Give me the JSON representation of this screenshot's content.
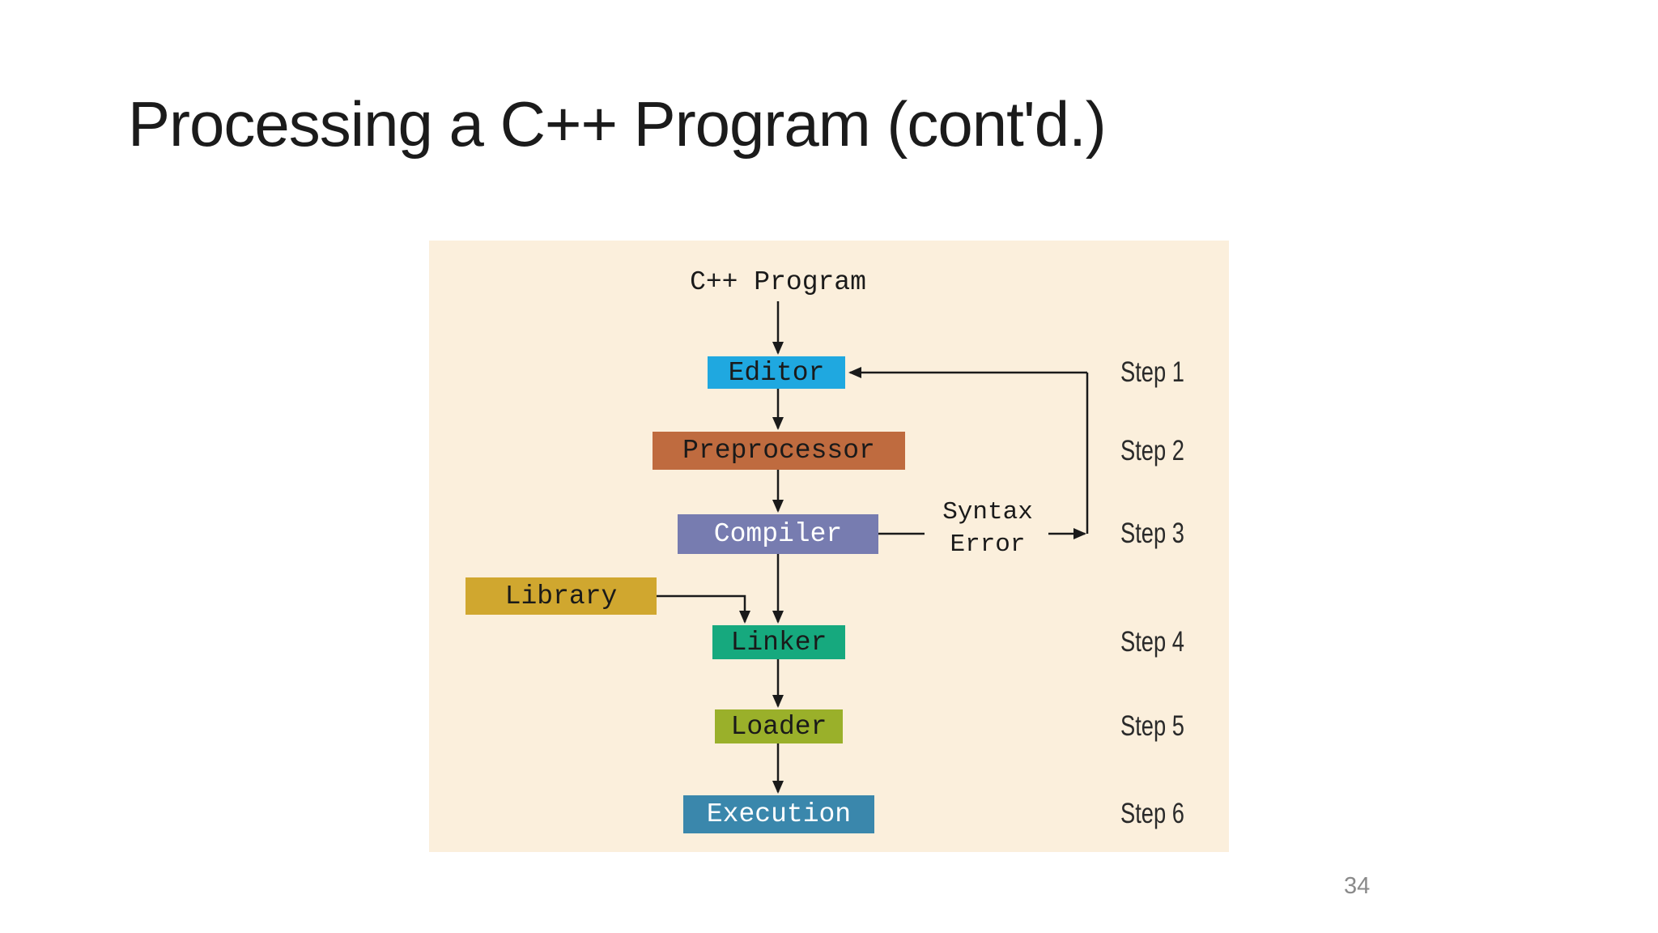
{
  "slide": {
    "title": "Processing a C++ Program (cont'd.)",
    "page_number": "34"
  },
  "diagram": {
    "panel_background": "#FBEFDC",
    "line_color": "#1A1A1A",
    "source_label": "C++ Program",
    "syntax_error": {
      "line1": "Syntax",
      "line2": "Error"
    },
    "nodes": [
      {
        "label": "Editor",
        "color": "#1FA8E0",
        "text_color": "#1A1A1A"
      },
      {
        "label": "Preprocessor",
        "color": "#BF6B3F",
        "text_color": "#1A1A1A"
      },
      {
        "label": "Compiler",
        "color": "#777CB0",
        "text_color": "#FFFFFF"
      },
      {
        "label": "Library",
        "color": "#D0A72F",
        "text_color": "#1A1A1A"
      },
      {
        "label": "Linker",
        "color": "#16A97E",
        "text_color": "#1A1A1A"
      },
      {
        "label": "Loader",
        "color": "#9AB02A",
        "text_color": "#1A1A1A"
      },
      {
        "label": "Execution",
        "color": "#3A87AC",
        "text_color": "#FFFFFF"
      }
    ],
    "steps": [
      {
        "label": "Step 1"
      },
      {
        "label": "Step 2"
      },
      {
        "label": "Step 3"
      },
      {
        "label": "Step 4"
      },
      {
        "label": "Step 5"
      },
      {
        "label": "Step 6"
      }
    ]
  }
}
